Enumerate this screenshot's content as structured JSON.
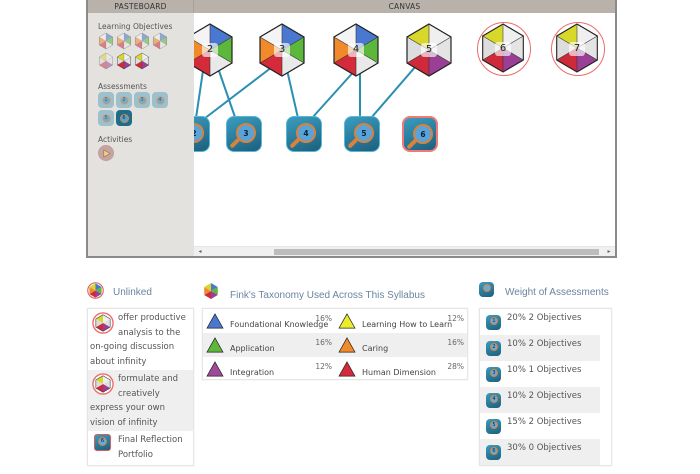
{
  "builder": {
    "pasteboard": {
      "header": "PASTEBOARD",
      "sections": {
        "objectives_label": "Learning Objectives",
        "assessments_label": "Assessments",
        "activities_label": "Activities"
      },
      "objectives_count": 7,
      "assessments": [
        "1",
        "2",
        "3",
        "4",
        "5",
        "6"
      ],
      "active_assessment": "6"
    },
    "canvas": {
      "header": "CANVAS",
      "objectives": [
        {
          "num": "2",
          "unlinked": false
        },
        {
          "num": "3",
          "unlinked": false
        },
        {
          "num": "4",
          "unlinked": false
        },
        {
          "num": "5",
          "unlinked": false
        },
        {
          "num": "6",
          "unlinked": true
        },
        {
          "num": "7",
          "unlinked": true
        }
      ],
      "assessments": [
        {
          "num": "2",
          "unlinked": false
        },
        {
          "num": "3",
          "unlinked": false
        },
        {
          "num": "4",
          "unlinked": false
        },
        {
          "num": "5",
          "unlinked": false
        },
        {
          "num": "6",
          "unlinked": true
        }
      ]
    }
  },
  "unlinked": {
    "title": "Unlinked",
    "items": [
      {
        "icon": "objective-hex-icon",
        "text_lead": "offer productive",
        "text_rest": "analysis to the",
        "text_wrap": "on-going discussion about infinity"
      },
      {
        "icon": "objective-hex-icon",
        "text_lead": "formulate and",
        "text_rest": "creatively",
        "text_wrap": "express your own vision of infinity"
      },
      {
        "icon": "assessment-icon",
        "num": "6",
        "text_lead": "Final Reflection",
        "text_rest": "Portfolio",
        "text_wrap": ""
      }
    ]
  },
  "fink": {
    "title": "Fink's Taxonomy Used Across This Syllabus",
    "rows": [
      [
        {
          "label": "Foundational Knowledge",
          "pct": "16%",
          "color": "#4a78d0"
        },
        {
          "label": "Learning How to Learn",
          "pct": "12%",
          "color": "#ecec2a"
        }
      ],
      [
        {
          "label": "Application",
          "pct": "16%",
          "color": "#5cb83a"
        },
        {
          "label": "Caring",
          "pct": "16%",
          "color": "#f08a2a"
        }
      ],
      [
        {
          "label": "Integration",
          "pct": "12%",
          "color": "#a04a9c"
        },
        {
          "label": "Human Dimension",
          "pct": "28%",
          "color": "#d42a3a"
        }
      ]
    ]
  },
  "weights": {
    "title": "Weight of Assessments",
    "items": [
      {
        "num": "1",
        "text": "20% 2 Objectives"
      },
      {
        "num": "2",
        "text": "10% 2 Objectives"
      },
      {
        "num": "3",
        "text": "10% 1 Objectives"
      },
      {
        "num": "4",
        "text": "10% 2 Objectives"
      },
      {
        "num": "5",
        "text": "15% 2 Objectives"
      },
      {
        "num": "6",
        "text": "30% 0 Objectives"
      }
    ]
  },
  "colors": {
    "foundational": "#4a78d0",
    "application": "#5cb83a",
    "integration": "#a04a9c",
    "learning": "#ecec2a",
    "caring": "#f08a2a",
    "human": "#d42a3a",
    "link": "#2a8fb0",
    "unlinked_ring": "#ef6a6a"
  }
}
